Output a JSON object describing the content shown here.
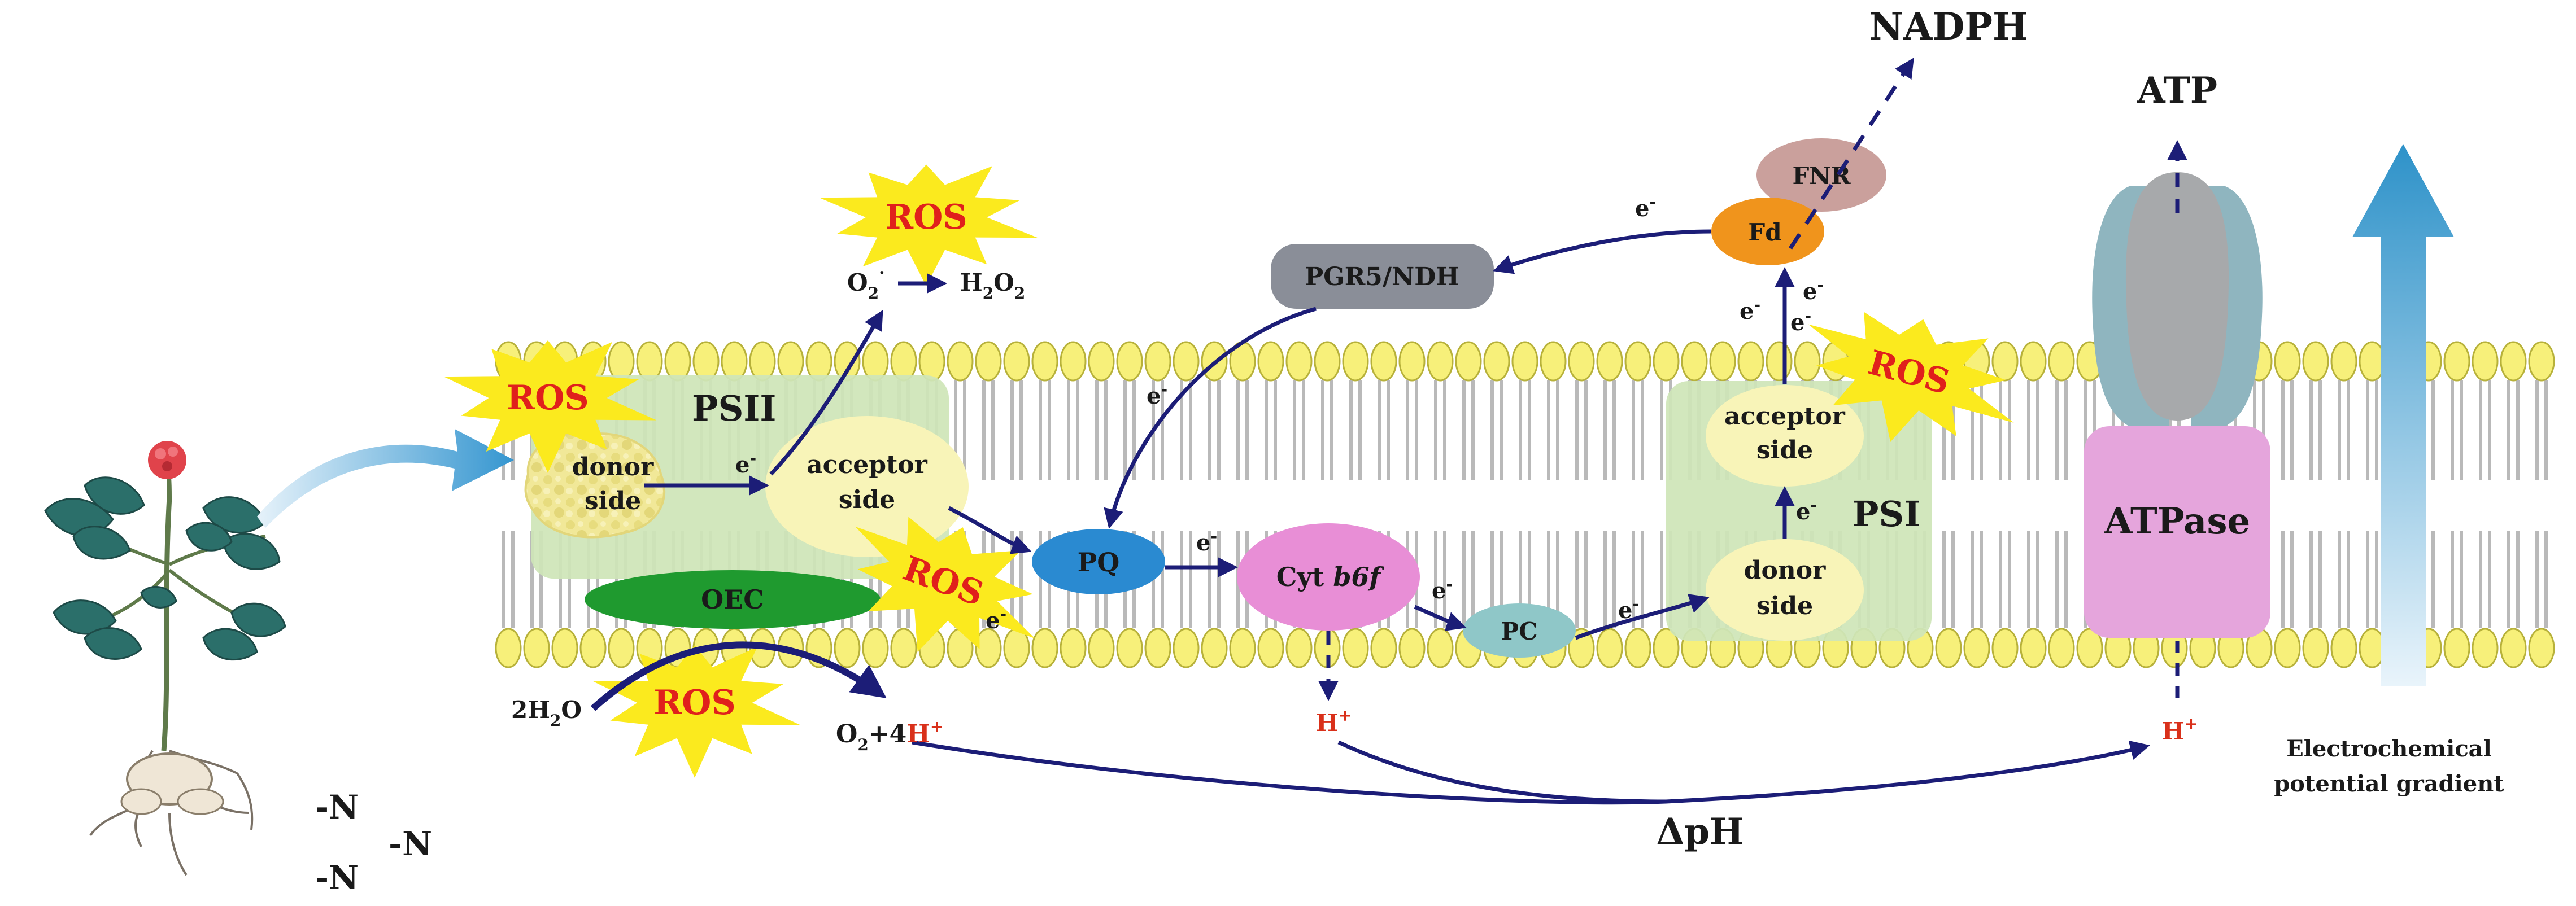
{
  "photosystem_ii": {
    "title": "PSII",
    "donor_side": [
      "donor",
      "side"
    ],
    "acceptor_side": [
      "acceptor",
      "side"
    ],
    "oec": "OEC"
  },
  "photosystem_i": {
    "title": "PSI",
    "acceptor_side": [
      "acceptor",
      "side"
    ],
    "donor_side": [
      "donor",
      "side"
    ]
  },
  "carriers": {
    "pq": "PQ",
    "cyt": "Cyt",
    "cyt_italic": "b6f",
    "pc": "PC",
    "pgr5_ndh": "PGR5/NDH",
    "fd": "Fd",
    "fnr": "FNR"
  },
  "atpase": "ATPase",
  "products": {
    "nadph": "NADPH",
    "atp": "ATP",
    "superoxide": "O",
    "superoxide_sub": "2",
    "superoxide_sup": "·",
    "peroxide_h": "H",
    "peroxide_sub1": "2",
    "peroxide_o": "O",
    "peroxide_sub2": "2"
  },
  "water_splitting": {
    "water_pre": "2H",
    "water_sub": "2",
    "water_post": "O",
    "oxygen_pre": "O",
    "oxygen_sub": "2",
    "oxygen_post": "+4"
  },
  "proton": "H",
  "proton_charge": "+",
  "electron": "e",
  "electron_charge": "-",
  "ros_label": "ROS",
  "delta_ph": "ΔpH",
  "gradient_label": [
    "Electrochemical",
    "potential gradient"
  ],
  "nitrogen_labels": [
    "-N",
    "-N",
    "-N"
  ],
  "colors": {
    "membrane_yellow": "#f7f07a",
    "psii_box": "#cfe5b8",
    "donor_side": "#f3eda0",
    "oec": "#1f9a2f",
    "pq": "#2a8ad1",
    "cyt_b6f": "#e88ed6",
    "pc": "#8fc7c8",
    "pgr5_ndh": "#8a8e98",
    "fd": "#f0941c",
    "fnr": "#caa09c",
    "atpase": "#e5a5dc",
    "atp_synthase": "#8fb5bf",
    "ros_star": "#fbea1e",
    "ros_text": "#e0201c",
    "arrow": "#1c1d77",
    "gradient_arrow": "#2e92c9"
  }
}
